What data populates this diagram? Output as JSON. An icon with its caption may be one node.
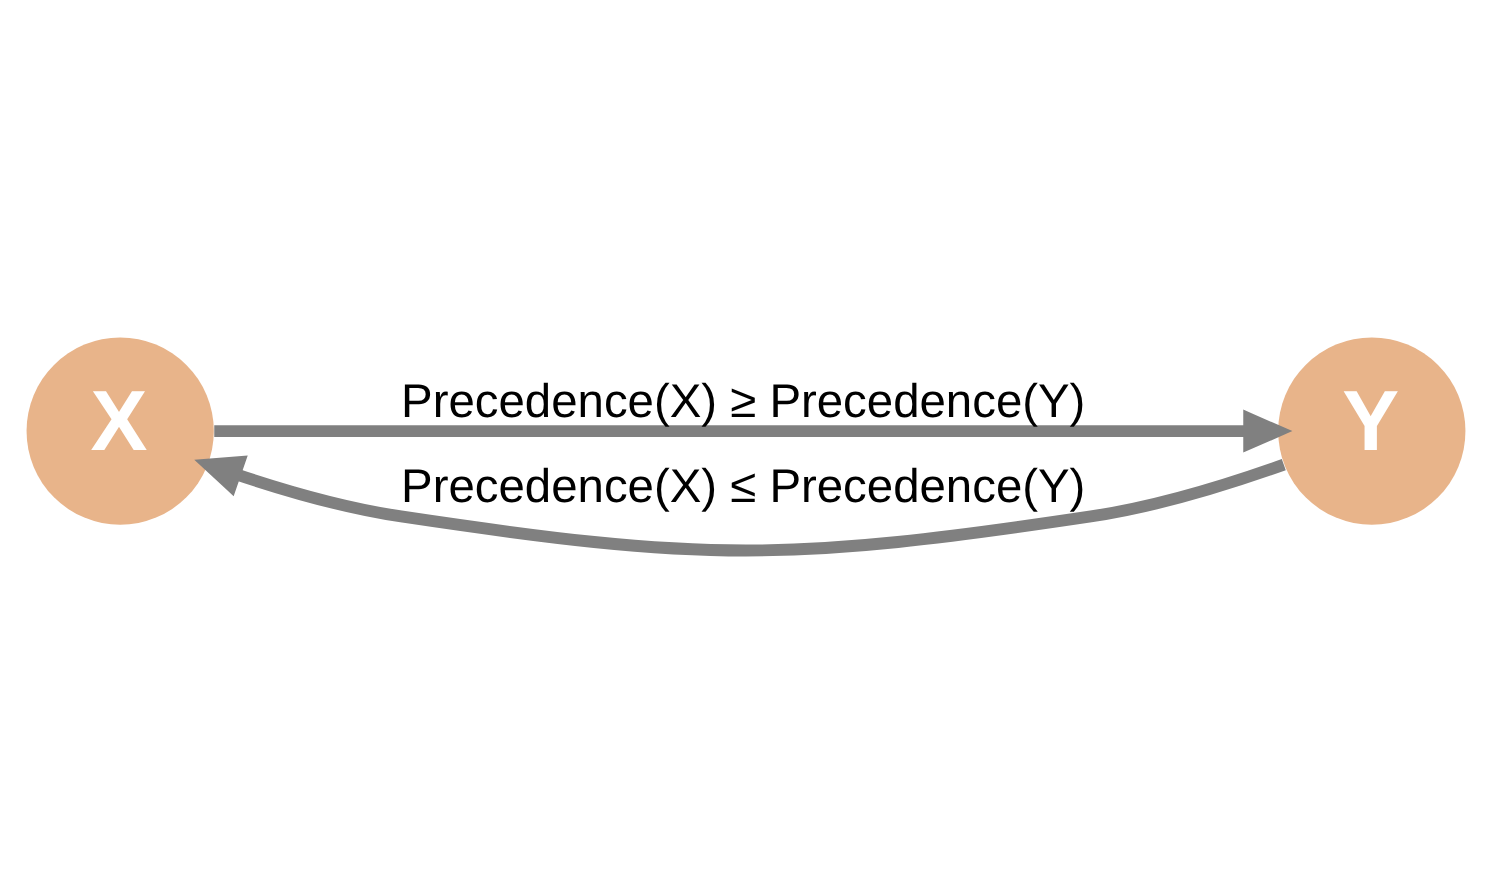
{
  "diagram": {
    "nodes": [
      {
        "text": [
          "X"
        ]
      },
      {
        "text": [
          "Y"
        ]
      }
    ],
    "edges": [
      {
        "from": 0,
        "to": 1,
        "arrow": "to",
        "label": "Precedence(X) ≥ Precedence(Y)"
      },
      {
        "from": 1,
        "to": 0,
        "arrow": "to",
        "label": "Precedence(X) ≤ Precedence(Y)"
      }
    ]
  }
}
